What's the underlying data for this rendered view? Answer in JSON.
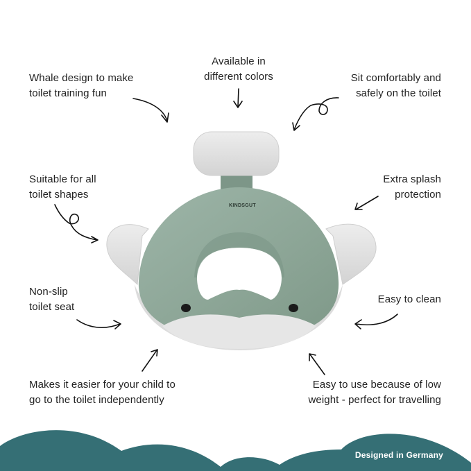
{
  "features": {
    "whale_design": [
      "Whale design to make",
      "toilet training fun"
    ],
    "colors": [
      "Available in",
      "different colors"
    ],
    "comfort": [
      "Sit comfortably and",
      "safely on the toilet"
    ],
    "shapes": [
      "Suitable for all",
      "toilet shapes"
    ],
    "splash": [
      "Extra splash",
      "protection"
    ],
    "nonslip": [
      "Non-slip",
      "toilet seat"
    ],
    "clean": [
      "Easy to clean"
    ],
    "independent": [
      "Makes it easier for your child to",
      "go to the toilet independently"
    ],
    "travel": [
      "Easy to use because of low",
      "weight - perfect for travelling"
    ]
  },
  "product": {
    "brand_logo": "KINDSGUT",
    "seat_color": "#8fa89a",
    "accent_color": "#e4e4e4"
  },
  "footer": {
    "label": "Designed in Germany",
    "wave_color": "#356f75"
  }
}
